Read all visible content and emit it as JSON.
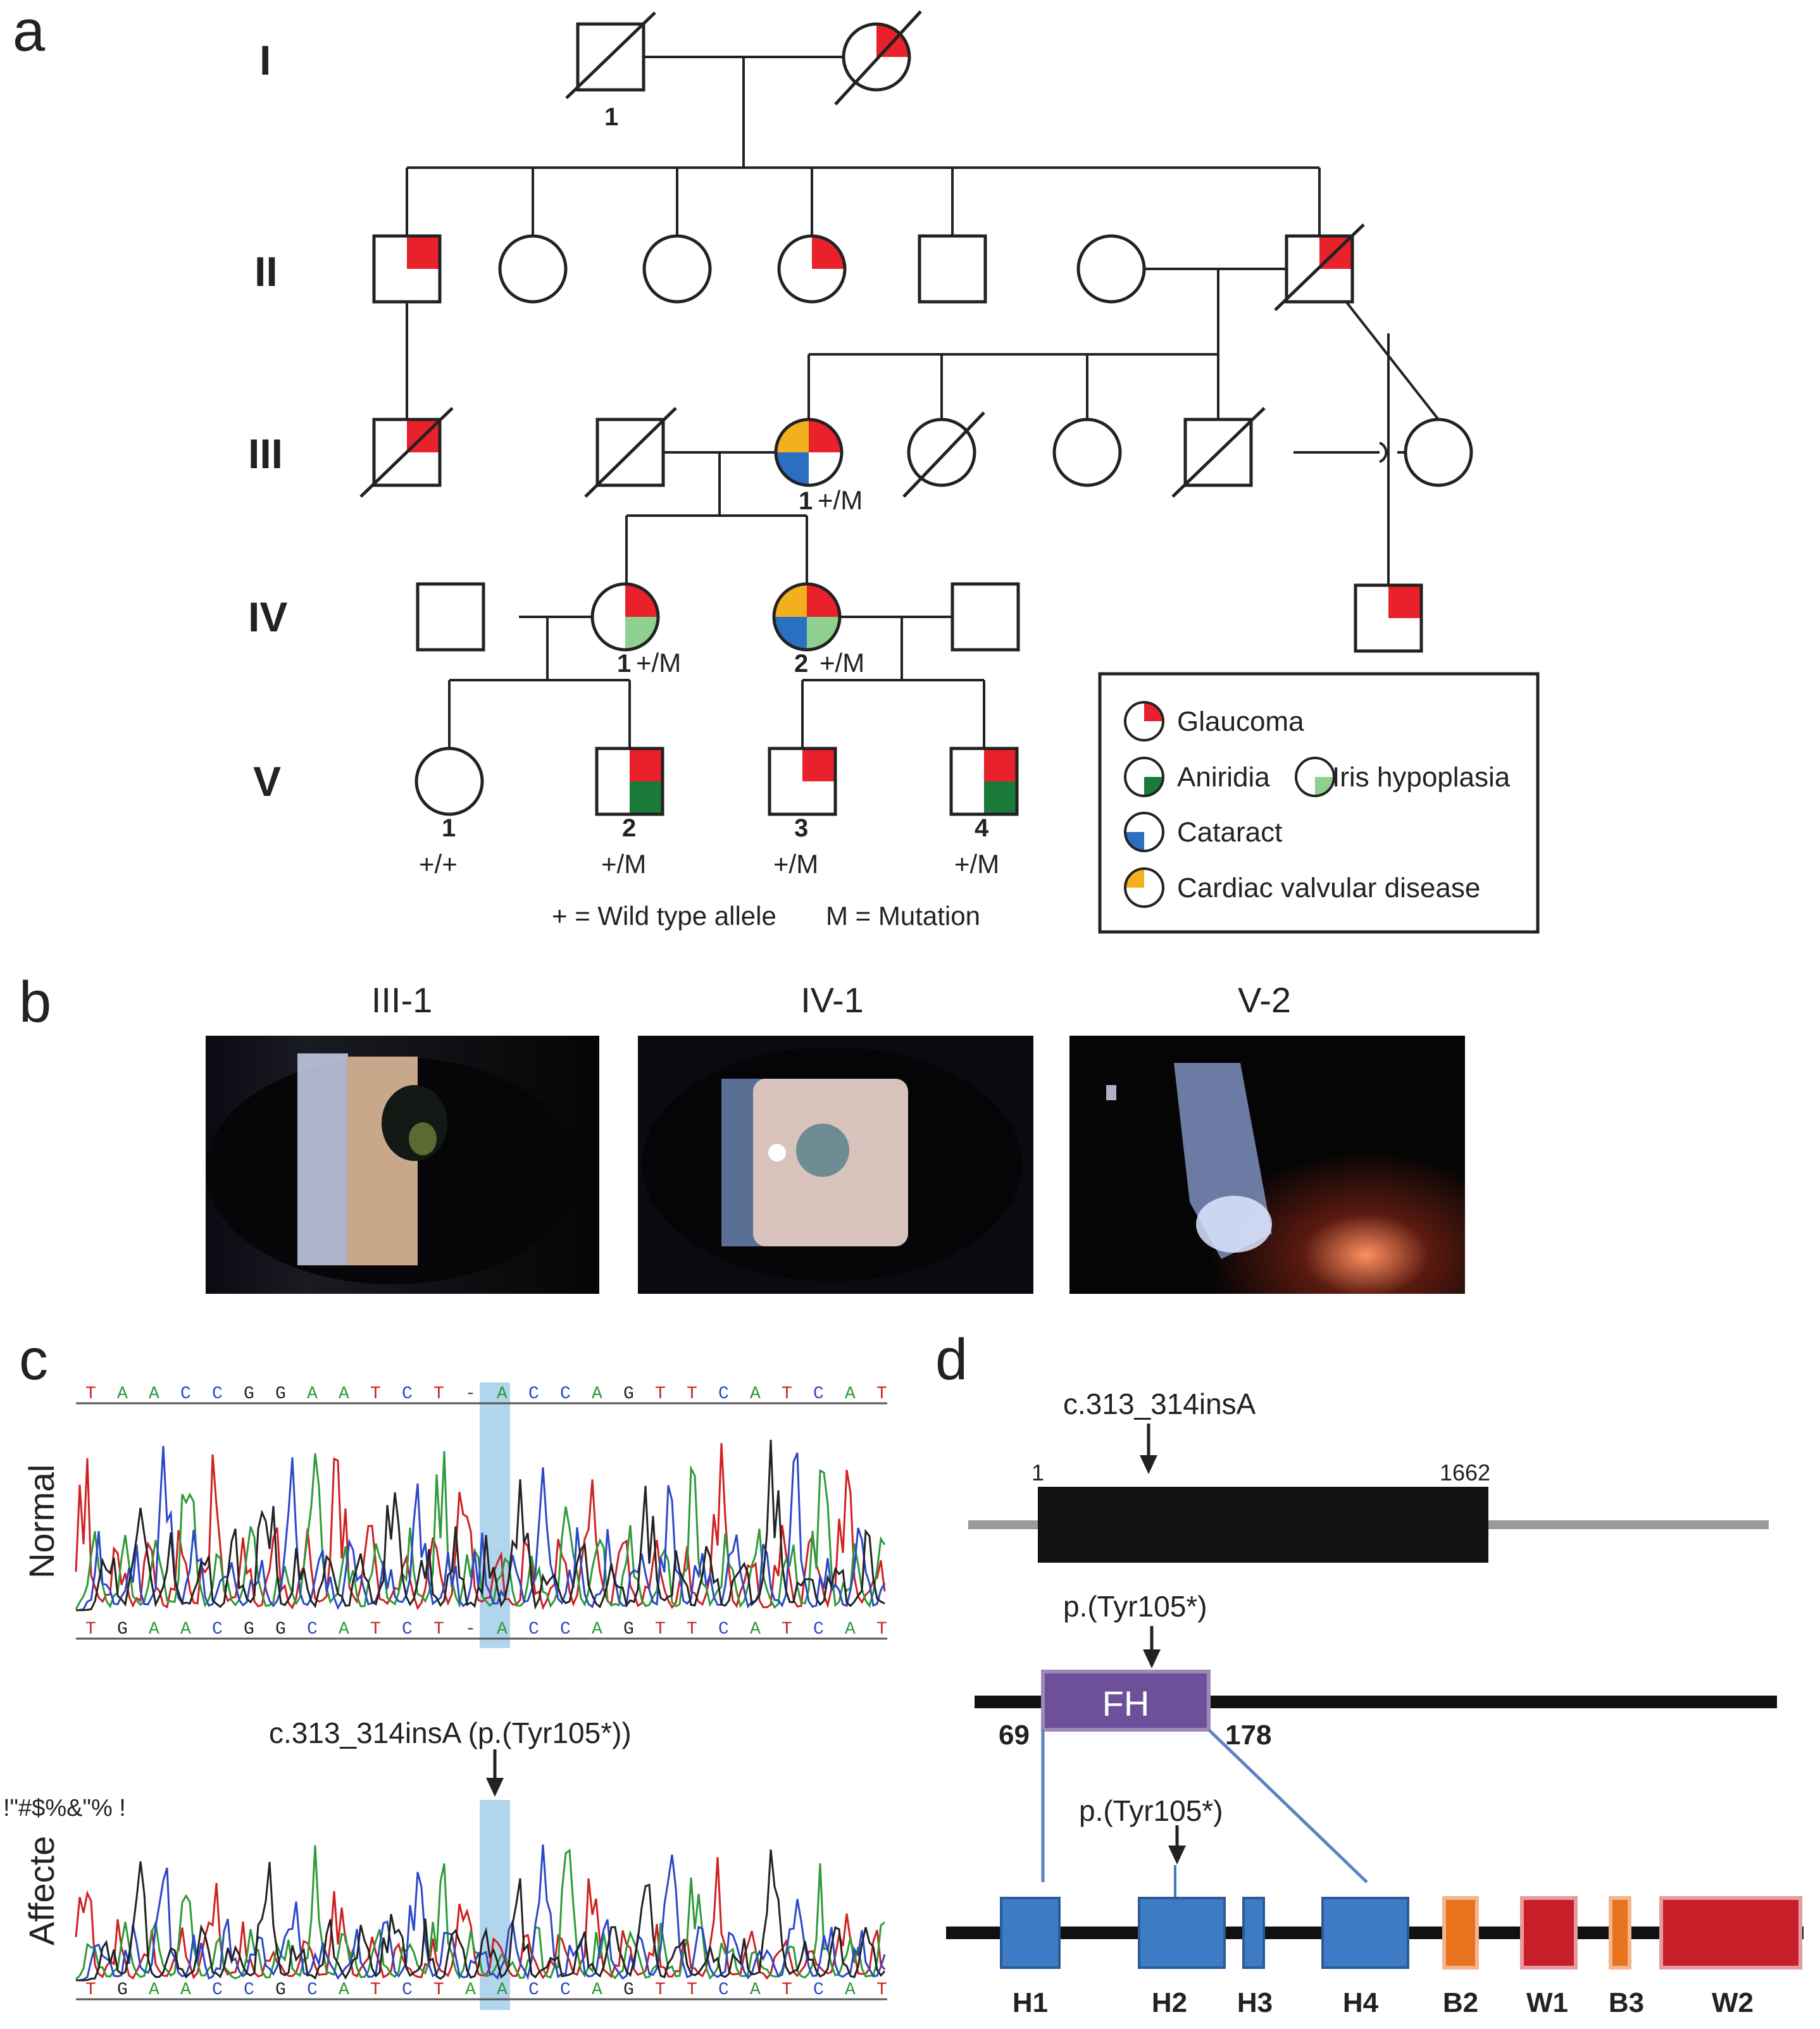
{
  "panels": {
    "a": "a",
    "b": "b",
    "c": "c",
    "d": "d"
  },
  "pedigree": {
    "generations": [
      "I",
      "II",
      "III",
      "IV",
      "V"
    ],
    "id_labels": {
      "I1": "1",
      "III1": "1",
      "IV1": "1",
      "IV2": "2",
      "V1": "1",
      "V2": "2",
      "V3": "3",
      "V4": "4"
    },
    "genotypes": {
      "III1": "+/M",
      "IV1": "+/M",
      "IV2": "+/M",
      "V1": "+/+",
      "V2": "+/M",
      "V3": "+/M",
      "V4": "+/M"
    },
    "footnote_wt": "+ = Wild type allele",
    "footnote_mut": "M = Mutation"
  },
  "legend": {
    "glaucoma": "Glaucoma",
    "aniridia": "Aniridia",
    "iris_hypoplasia": "Iris hypoplasia",
    "cataract": "Cataract",
    "cardiac": "Cardiac valvular disease"
  },
  "colors": {
    "glaucoma": "#e8212b",
    "aniridia": "#1a7a3a",
    "iris_hypoplasia": "#8fcf8f",
    "cataract": "#2b6fc0",
    "cardiac": "#f2b01e",
    "fh_domain": "#6e4f9a",
    "helix": "#3d7cc4",
    "b_motif": "#e8731e",
    "w_motif": "#c81e2a"
  },
  "photos": {
    "p1": "III-1",
    "p2": "IV-1",
    "p3": "V-2"
  },
  "chromatogram": {
    "normal_label": "Normal",
    "affected_label": "Affecte",
    "garbled": "!\"#$%&\"% !",
    "top_seq_normal": "TAACCGGAATCT-ACCAGTTCATCAT",
    "bottom_seq_normal": "TGAACGGCATCT-ACCAGTTCATCAT",
    "bottom_seq_affected": "TGAACCGCATCTAACCAGTTCATCAT",
    "mutation_label": "c.313_314insA (p.(Tyr105*))"
  },
  "gene": {
    "cdna_label": "c.313_314insA",
    "start": "1",
    "end": "1662",
    "protein_label": "p.(Tyr105*)",
    "domain": "FH",
    "domain_start": "69",
    "domain_end": "178",
    "protein_label_2": "p.(Tyr105*)",
    "motifs": [
      "H1",
      "H2",
      "H3",
      "H4",
      "B2",
      "W1",
      "B3",
      "W2"
    ]
  }
}
